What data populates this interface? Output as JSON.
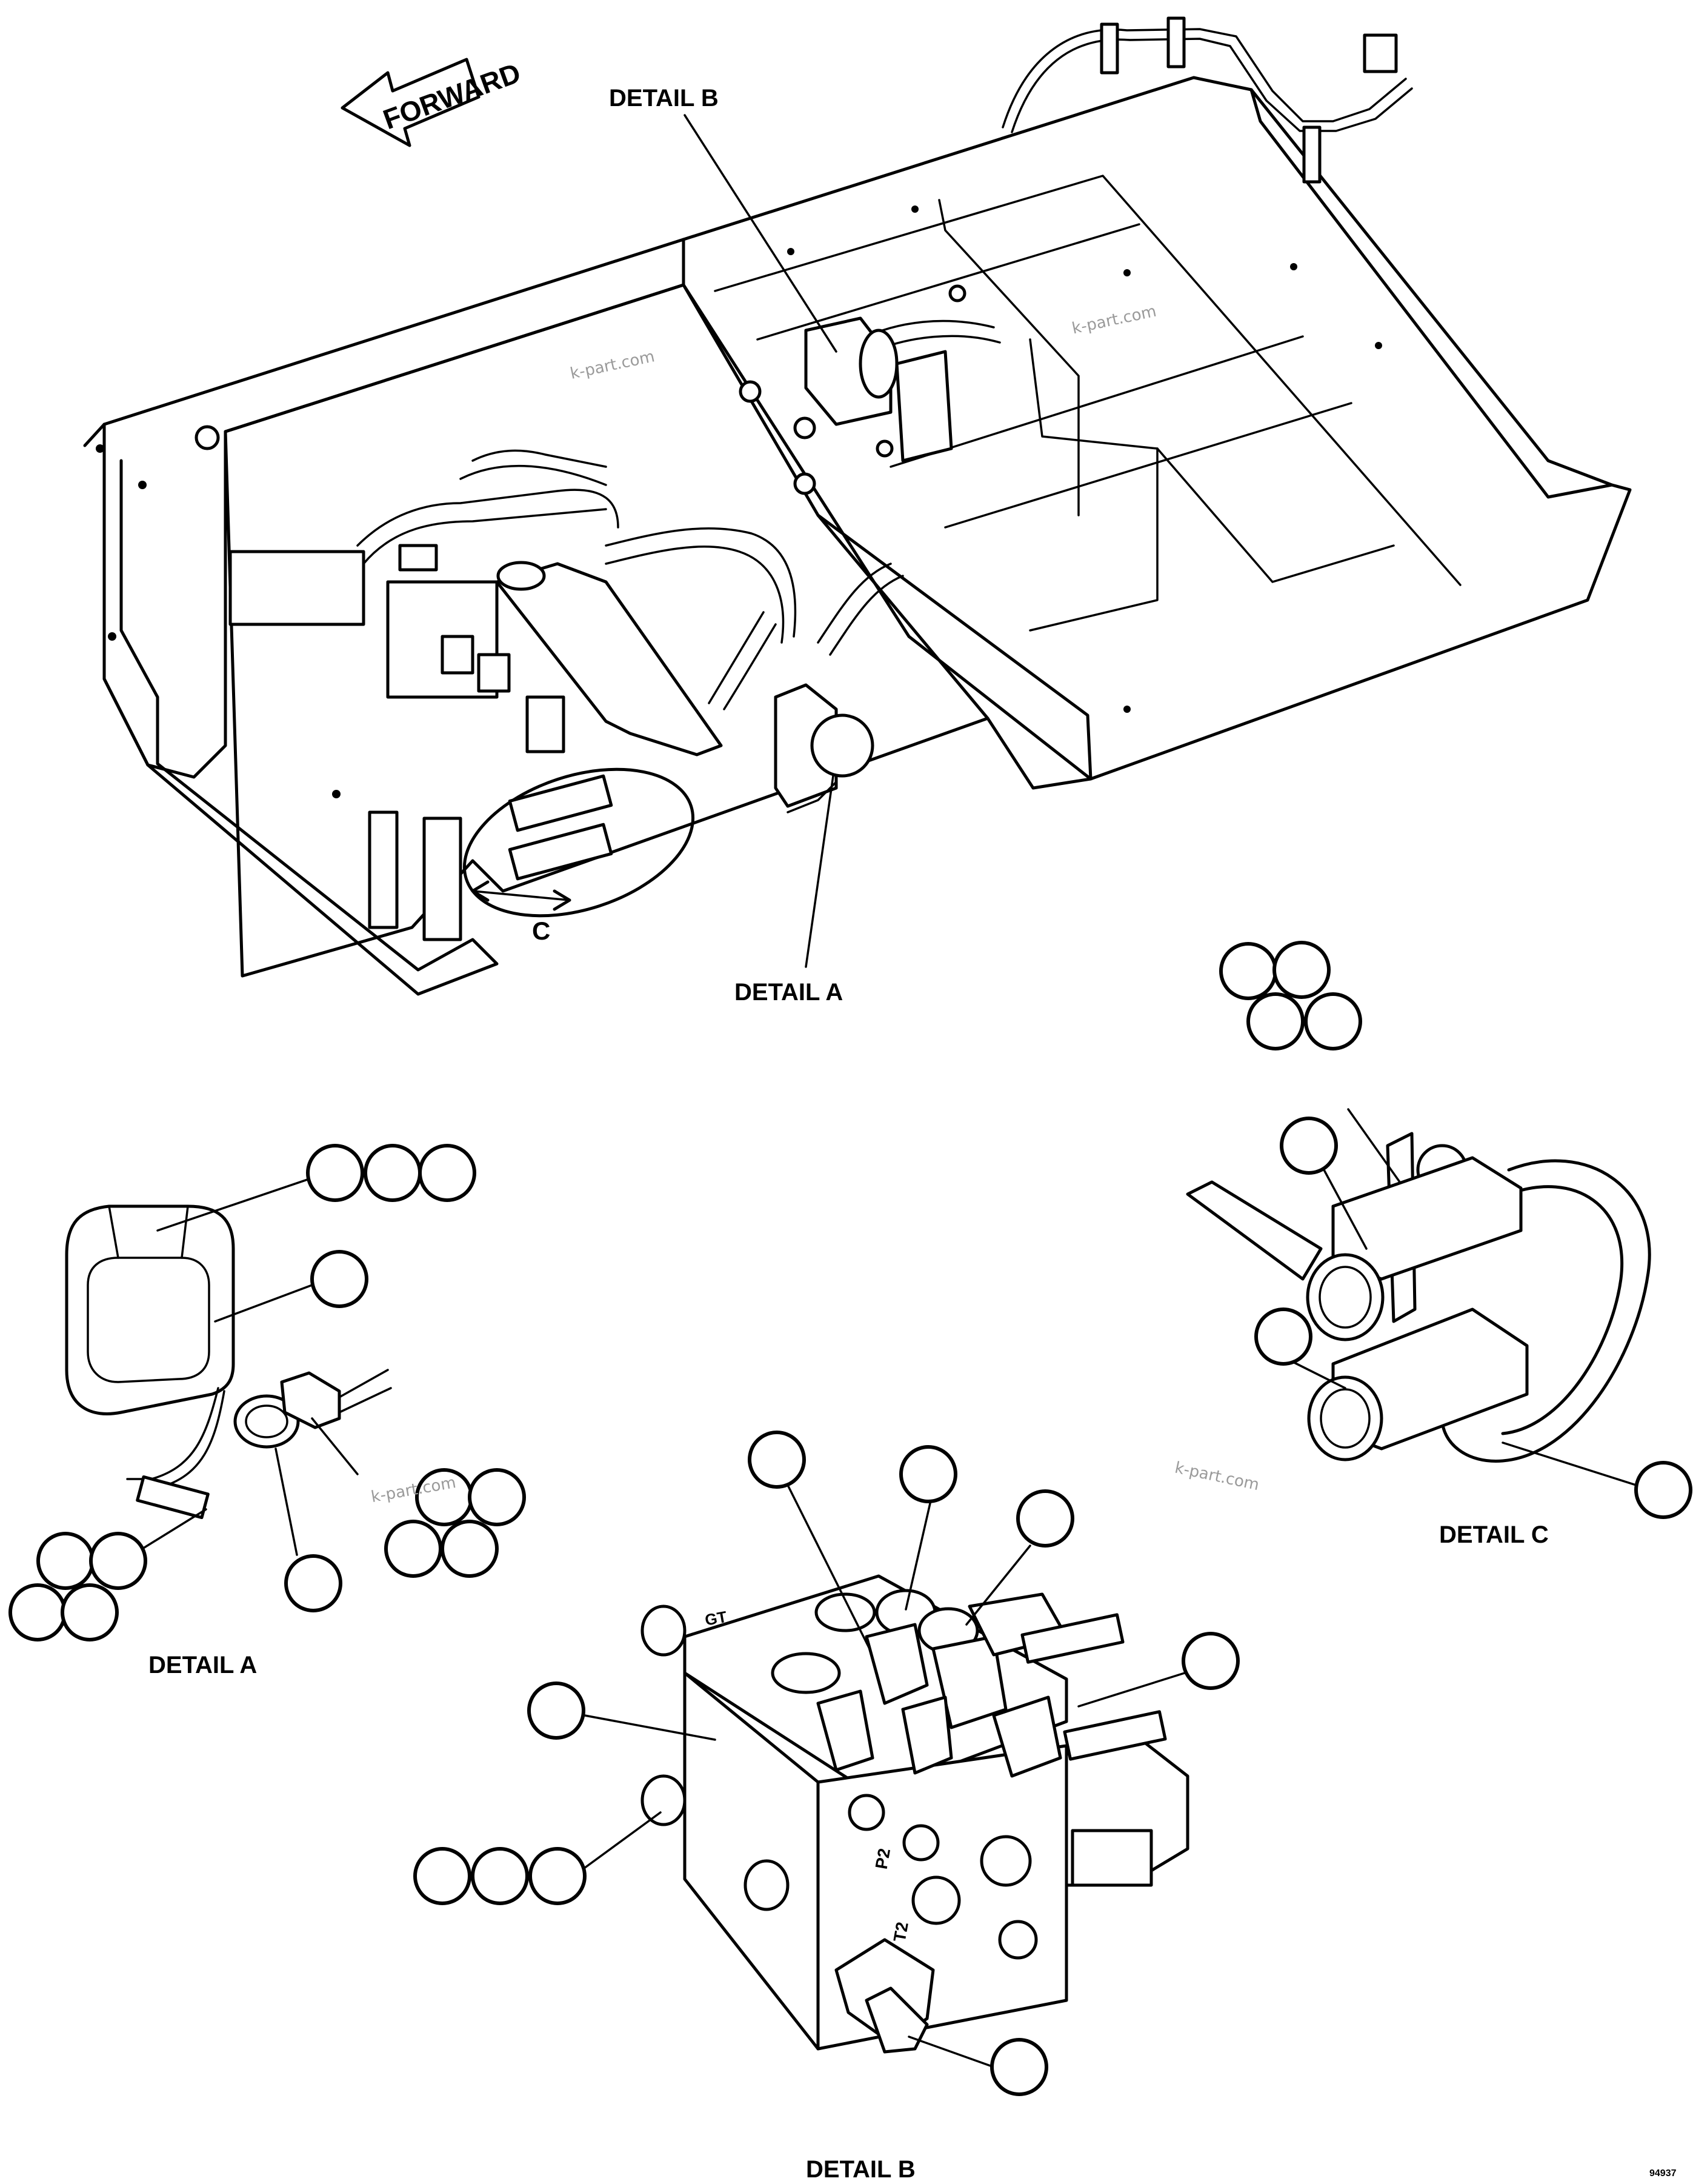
{
  "labels": {
    "forward": "FORWARD",
    "detail_a_callout": "DETAIL A",
    "detail_b_callout": "DETAIL B",
    "detail_c_callout": "C",
    "detail_a_title": "DETAIL A",
    "detail_b_title": "DETAIL B",
    "detail_c_title": "DETAIL C",
    "drawing_number": "94937"
  },
  "watermarks": [
    "k-part.com",
    "k-part.com",
    "k-part.com",
    "k-part.com"
  ],
  "balloon_count": 32
}
